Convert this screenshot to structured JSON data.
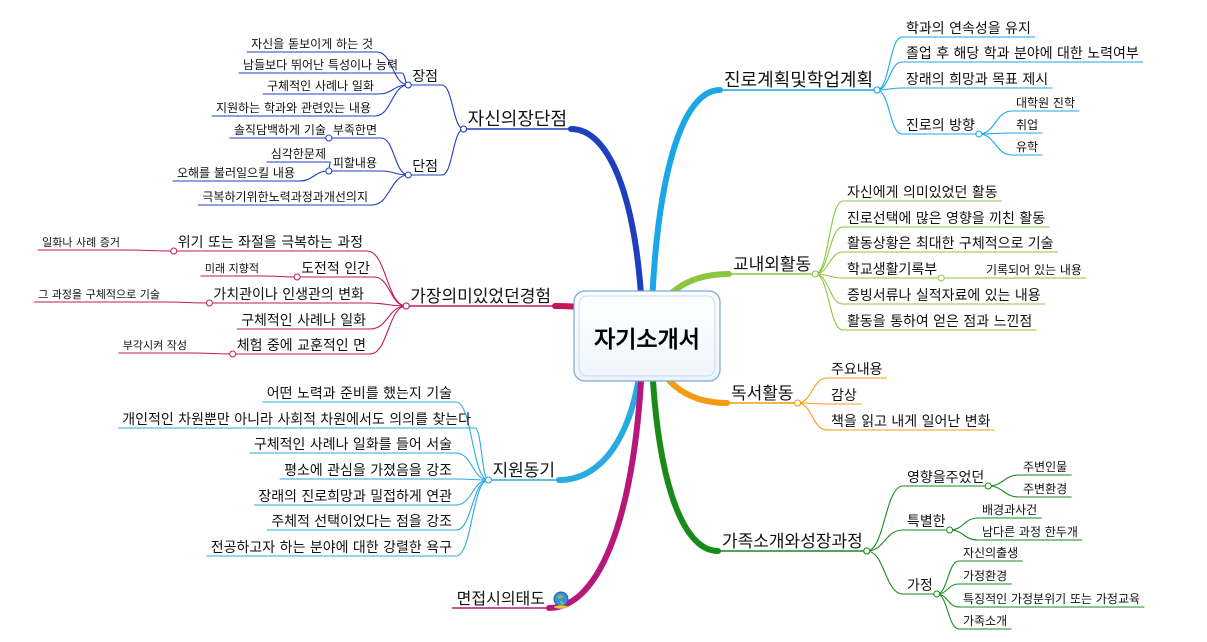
{
  "center": {
    "label": "자기소개서"
  },
  "branches": [
    {
      "label": "진로계획및학업계획",
      "color": "#1aa7e8",
      "children": [
        {
          "label": "학과의 연속성을 유지"
        },
        {
          "label": "졸업 후 해당 학과 분야에 대한 노력여부"
        },
        {
          "label": "장래의 희망과 목표 제시"
        },
        {
          "label": "진로의 방향",
          "children": [
            {
              "label": "대학원 진학"
            },
            {
              "label": "취업"
            },
            {
              "label": "유학"
            }
          ]
        }
      ]
    },
    {
      "label": "교내외활동",
      "color": "#8dc63f",
      "children": [
        {
          "label": "자신에게 의미있었던 활동"
        },
        {
          "label": "진로선택에 많은 영향을 끼친 활동"
        },
        {
          "label": "활동상황은 최대한 구체적으로 기술"
        },
        {
          "label": "학교생활기록부",
          "children": [
            {
              "label": "기록되어 있는 내용"
            }
          ]
        },
        {
          "label": "증빙서류나 실적자료에 있는 내용"
        },
        {
          "label": "활동을 통하여 얻은 점과 느낀점"
        }
      ]
    },
    {
      "label": "독서활동",
      "color": "#f39c12",
      "children": [
        {
          "label": "주요내용"
        },
        {
          "label": "감상"
        },
        {
          "label": "책을 읽고 내게 일어난 변화"
        }
      ]
    },
    {
      "label": "가족소개와성장과정",
      "color": "#1a8a1a",
      "children": [
        {
          "label": "영향을주었던",
          "children": [
            {
              "label": "주변인물"
            },
            {
              "label": "주변환경"
            }
          ]
        },
        {
          "label": "특별한",
          "children": [
            {
              "label": "배경과사건"
            },
            {
              "label": "남다른 과정 한두개"
            }
          ]
        },
        {
          "label": "가정",
          "children": [
            {
              "label": "자신의출생"
            },
            {
              "label": "가정환경"
            },
            {
              "label": "특징적인 가정분위기 또는 가정교육"
            },
            {
              "label": "가족소개"
            }
          ]
        }
      ]
    },
    {
      "label": "자신의장단점",
      "color": "#1f3fbf",
      "children": [
        {
          "label": "장점",
          "children": [
            {
              "label": "자신을 돋보이게 하는 것"
            },
            {
              "label": "남들보다 뛰어난 특성이나 능력"
            },
            {
              "label": "구체적인 사례나 일화"
            },
            {
              "label": "지원하는 학과와 관련있는 내용"
            }
          ]
        },
        {
          "label": "단점",
          "children": [
            {
              "label": "부족한면",
              "children": [
                {
                  "label": "솔직담백하게 기술"
                }
              ]
            },
            {
              "label": "피할내용",
              "children": [
                {
                  "label": "심각한문제"
                },
                {
                  "label": "오해를 불러일으킬 내용"
                }
              ]
            },
            {
              "label": "극복하기위한노력과정과개선의지"
            }
          ]
        }
      ]
    },
    {
      "label": "가장의미있었던경험",
      "color": "#c2185b",
      "children": [
        {
          "label": "위기 또는 좌절을 극복하는 과정",
          "children": [
            {
              "label": "일화나 사례 증거"
            }
          ]
        },
        {
          "label": "도전적 인간",
          "children": [
            {
              "label": "미래 지향적"
            }
          ]
        },
        {
          "label": "가치관이나 인생관의 변화",
          "children": [
            {
              "label": "그 과정을 구체적으로 기술"
            }
          ]
        },
        {
          "label": "구체적인 사례나 일화"
        },
        {
          "label": "체험 중에 교훈적인 면",
          "children": [
            {
              "label": "부각시켜 작성"
            }
          ]
        }
      ]
    },
    {
      "label": "지원동기",
      "color": "#29abe2",
      "children": [
        {
          "label": "어떤 노력과 준비를 했는지 기술"
        },
        {
          "label": "개인적인 차원뿐만 아니라 사회적 차원에서도 의의를 찾는다"
        },
        {
          "label": "구체적인 사례나 일화를 들어 서술"
        },
        {
          "label": "평소에 관심을 가졌음을 강조"
        },
        {
          "label": "장래의 진로희망과 밀접하게 연관"
        },
        {
          "label": "주체적 선택이었다는 점을 강조"
        },
        {
          "label": "전공하고자 하는 분야에 대한 강렬한 욕구"
        }
      ]
    },
    {
      "label": "면접시의태도",
      "color": "#b5177a",
      "icon": "globe-icon",
      "children": []
    }
  ]
}
